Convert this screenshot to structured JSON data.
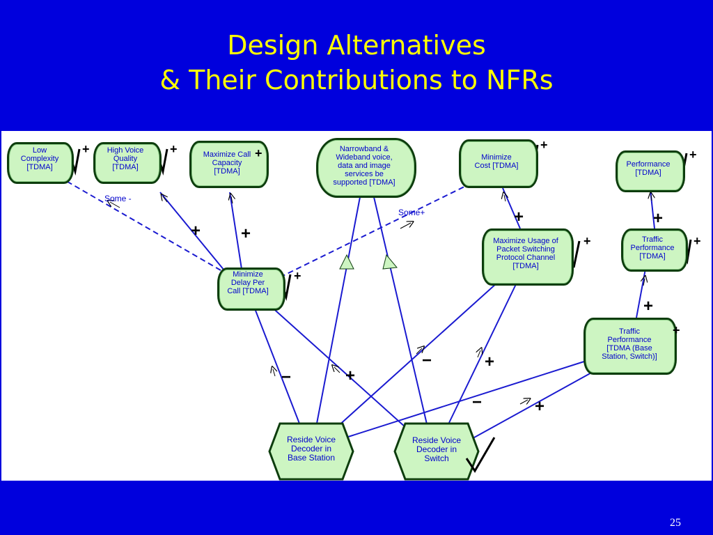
{
  "slide": {
    "title_line1": "Design Alternatives",
    "title_line2": "& Their Contributions to NFRs",
    "page_number": "25"
  },
  "nodes": {
    "low_complexity": "Low\nComplexity\n[TDMA]",
    "high_voice_quality": "High Voice\nQuality\n[TDMA]",
    "maximize_call_capacity": "Maximize Call\nCapacity\n[TDMA]",
    "narrowband_wideband": "Narrowband &\nWideband voice,\ndata and image\nservices be\nsupported [TDMA]",
    "minimize_cost": "Minimize\nCost [TDMA]",
    "performance": "Performance\n[TDMA]",
    "minimize_delay": "Minimize\nDelay Per\nCall [TDMA]",
    "maximize_usage": "Maximize Usage of\nPacket Switching\nProtocol Channel\n[TDMA]",
    "traffic_performance_1": "Traffic\nPerformance\n[TDMA]",
    "traffic_performance_2": "Traffic\nPerformance\n[TDMA (Base\nStation, Switch)]",
    "reside_base_station": "Reside Voice\nDecoder in\nBase Station",
    "reside_switch": "Reside Voice\nDecoder in\nSwitch"
  },
  "labels": {
    "some_minus": "Some -",
    "some_plus": "Some+"
  },
  "symbols": {
    "plus": "+",
    "minus": "−",
    "check": "✓"
  },
  "colors": {
    "background": "#0000dd",
    "title": "#ffff00",
    "softgoal_fill": "#cdf5c2",
    "link": "#1a1ad0",
    "node_text": "#0000cc"
  }
}
